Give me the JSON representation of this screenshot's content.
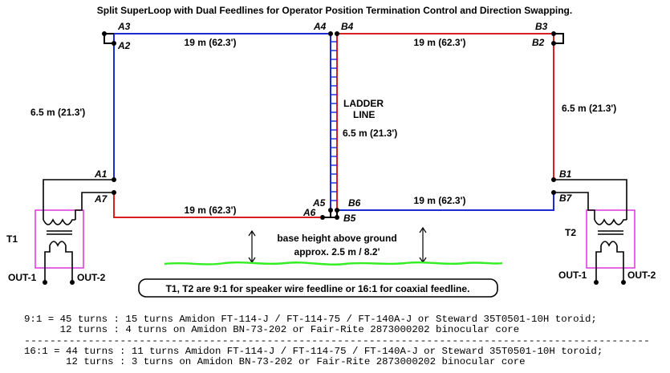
{
  "title": "Split SuperLoop with Dual Feedlines for Operator Position Termination Control and Direction Swapping.",
  "colors": {
    "blue": "#1a2bd6",
    "red": "#d81e1e",
    "black": "#000000",
    "magenta": "#e040e0",
    "ground": "#33ee22"
  },
  "points": {
    "A1": "A1",
    "A2": "A2",
    "A3": "A3",
    "A4": "A4",
    "A5": "A5",
    "A6": "A6",
    "A7": "A7",
    "B1": "B1",
    "B2": "B2",
    "B3": "B3",
    "B4": "B4",
    "B5": "B5",
    "B6": "B6",
    "B7": "B7"
  },
  "dimensions": {
    "top_left": "19 m (62.3')",
    "top_right": "19 m (62.3')",
    "bottom_left": "19 m (62.3')",
    "bottom_right": "19 m (62.3')",
    "left_side": "6.5 m (21.3')",
    "right_side": "6.5 m (21.3')",
    "ladder_length": "6.5 m (21.3')"
  },
  "ladder": {
    "line1": "LADDER",
    "line2": "LINE"
  },
  "ground": {
    "line1": "base height above ground",
    "line2": "approx. 2.5 m / 8.2'"
  },
  "transformers": {
    "left": {
      "name": "T1",
      "out1": "OUT-1",
      "out2": "OUT-2"
    },
    "right": {
      "name": "T2",
      "out1": "OUT-1",
      "out2": "OUT-2"
    }
  },
  "note": "T1, T2 are 9:1 for speaker wire feedline or 16:1 for coaxial feedline.",
  "winding_notes": {
    "line1": "9:1 = 45 turns : 15 turns Amidon FT-114-J / FT-114-75 / FT-140A-J or Steward 35T0501-10H toroid;",
    "line2": "      12 turns : 4 turns on Amidon BN-73-202 or Fair-Rite 2873000202 binocular core",
    "divider": "--------------------------------------------------------------------------------------------------",
    "line3": "16:1 = 44 turns : 11 turns Amidon FT-114-J / FT-114-75 / FT-140A-J or Steward 35T0501-10H toroid;",
    "line4": "       12 turns : 3 turns on Amidon BN-73-202 or Fair-Rite 2873000202 binocular core"
  }
}
